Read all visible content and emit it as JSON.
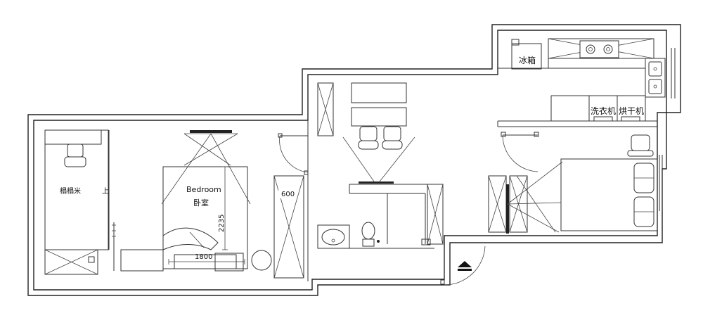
{
  "labels": {
    "tatami": "榻榻米",
    "up": "上",
    "bedroom_en": "Bedroom",
    "bedroom_cn": "卧室",
    "dim_2235": "2235",
    "dim_1800": "1800",
    "dim_600": "600",
    "fridge": "冰箱",
    "washer": "洗衣机",
    "dryer": "烘干机"
  },
  "icons": {
    "entrance": "up-triangle-icon"
  }
}
